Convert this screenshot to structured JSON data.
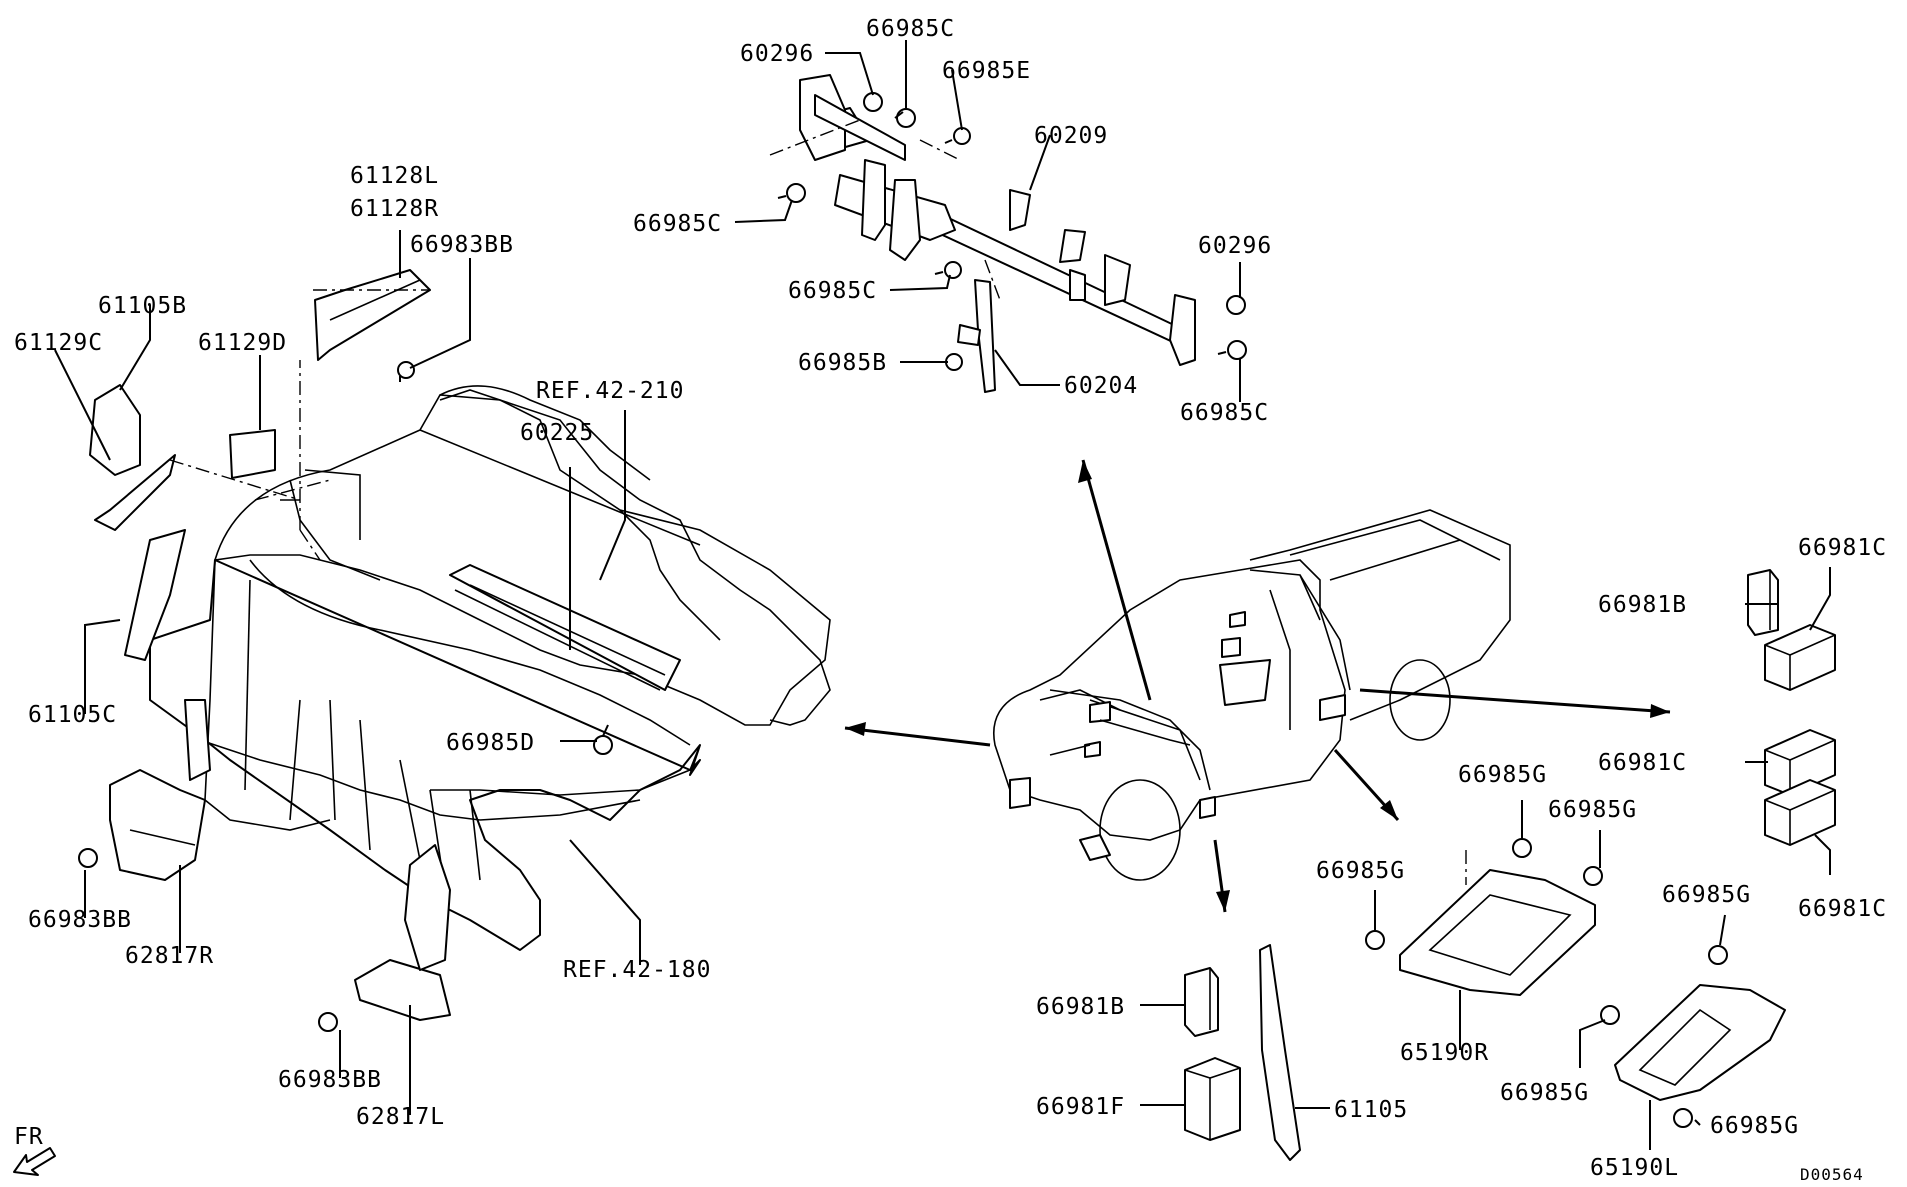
{
  "callouts": [
    {
      "id": "p60296a",
      "text": "60296"
    },
    {
      "id": "p66985c_top",
      "text": "66985C"
    },
    {
      "id": "p66985e",
      "text": "66985E"
    },
    {
      "id": "p60209",
      "text": "60209"
    },
    {
      "id": "p66985c_left",
      "text": "66985C"
    },
    {
      "id": "p60296b",
      "text": "60296"
    },
    {
      "id": "p66985c_mid",
      "text": "66985C"
    },
    {
      "id": "p66985b",
      "text": "66985B"
    },
    {
      "id": "p60204",
      "text": "60204"
    },
    {
      "id": "p66985c_right",
      "text": "66985C"
    },
    {
      "id": "p61128l",
      "text": "61128L"
    },
    {
      "id": "p61128r",
      "text": "61128R"
    },
    {
      "id": "p66983bb_top",
      "text": "66983BB"
    },
    {
      "id": "p61105b",
      "text": "61105B"
    },
    {
      "id": "p61129c",
      "text": "61129C"
    },
    {
      "id": "p61129d",
      "text": "61129D"
    },
    {
      "id": "pref42210",
      "text": "REF.42-210"
    },
    {
      "id": "p60225",
      "text": "60225"
    },
    {
      "id": "p61105c",
      "text": "61105C"
    },
    {
      "id": "p66985d",
      "text": "66985D"
    },
    {
      "id": "p66983bb_left",
      "text": "66983BB"
    },
    {
      "id": "p62817r",
      "text": "62817R"
    },
    {
      "id": "pref42180",
      "text": "REF.42-180"
    },
    {
      "id": "p66983bb_bottom",
      "text": "66983BB"
    },
    {
      "id": "p62817l",
      "text": "62817L"
    },
    {
      "id": "p66981c_top",
      "text": "66981C"
    },
    {
      "id": "p66981b_right",
      "text": "66981B"
    },
    {
      "id": "p66981c_mid",
      "text": "66981C"
    },
    {
      "id": "p66981c_low",
      "text": "66981C"
    },
    {
      "id": "p66985g_1",
      "text": "66985G"
    },
    {
      "id": "p66985g_2",
      "text": "66985G"
    },
    {
      "id": "p66985g_3",
      "text": "66985G"
    },
    {
      "id": "p66985g_4",
      "text": "66985G"
    },
    {
      "id": "p65190r",
      "text": "65190R"
    },
    {
      "id": "p66985g_5",
      "text": "66985G"
    },
    {
      "id": "p66985g_6",
      "text": "66985G"
    },
    {
      "id": "p65190l",
      "text": "65190L"
    },
    {
      "id": "p66981b_bottom",
      "text": "66981B"
    },
    {
      "id": "p66981f",
      "text": "66981F"
    },
    {
      "id": "p61105",
      "text": "61105"
    }
  ],
  "fr_label": "FR",
  "diagram_code": "D00564"
}
